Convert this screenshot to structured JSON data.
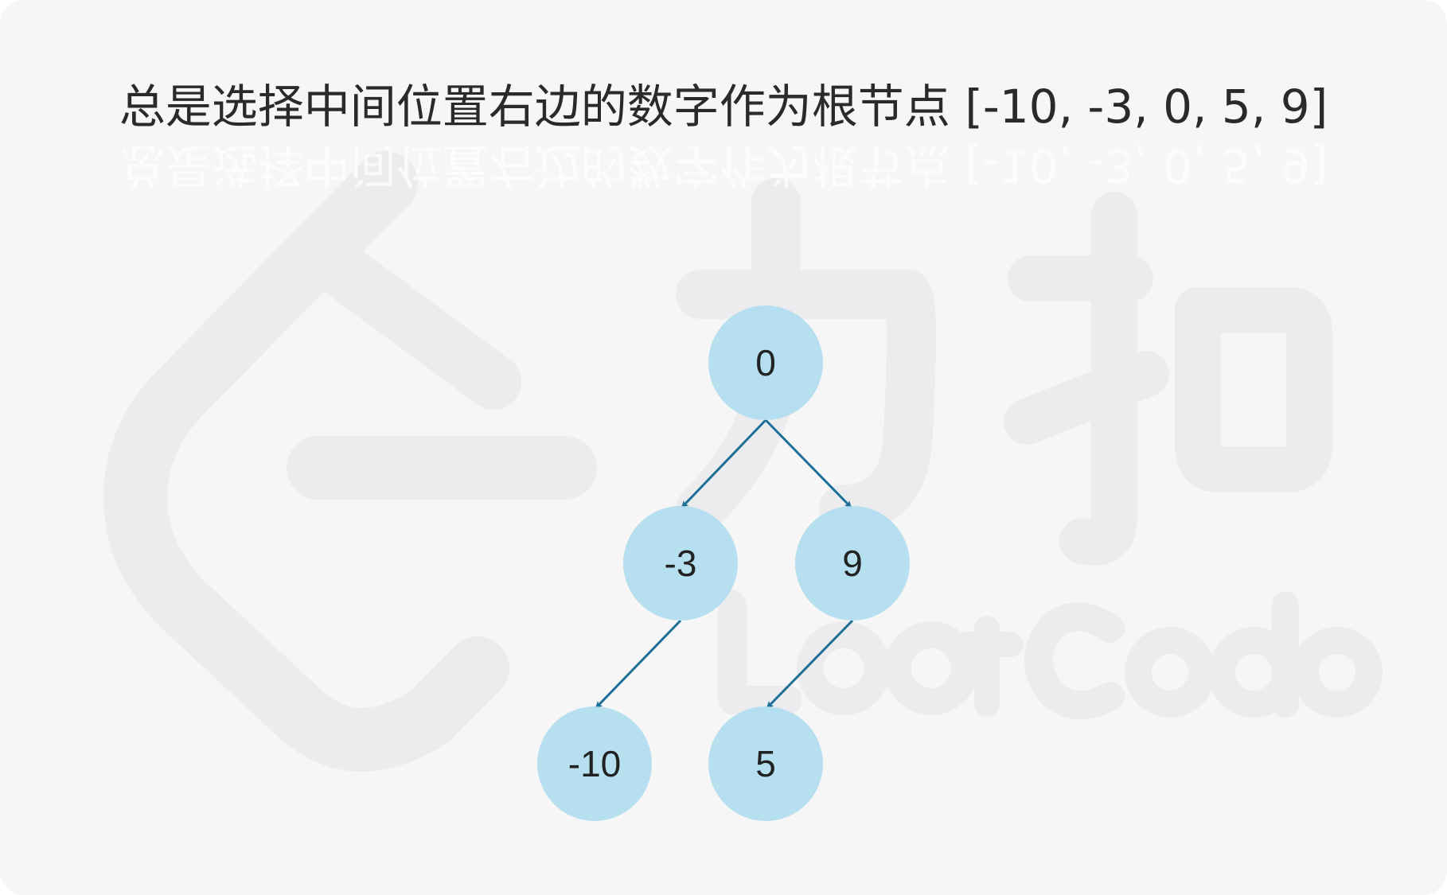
{
  "title": "总是选择中间位置右边的数字作为根节点  [-10, -3, 0, 5, 9]",
  "watermark_text": "LeetCode 力扣",
  "colors": {
    "background": "#f6f6f7",
    "node_fill": "#b2ddef",
    "edge": "#1e6f98",
    "text": "#222222"
  },
  "tree": {
    "nodes": [
      {
        "id": "root",
        "label": "0"
      },
      {
        "id": "n-3",
        "label": "-3"
      },
      {
        "id": "n9",
        "label": "9"
      },
      {
        "id": "n-10",
        "label": "-10"
      },
      {
        "id": "n5",
        "label": "5"
      }
    ],
    "edges": [
      {
        "from": "root",
        "to": "n-3"
      },
      {
        "from": "root",
        "to": "n9"
      },
      {
        "from": "n-3",
        "to": "n-10"
      },
      {
        "from": "n9",
        "to": "n5"
      }
    ]
  }
}
